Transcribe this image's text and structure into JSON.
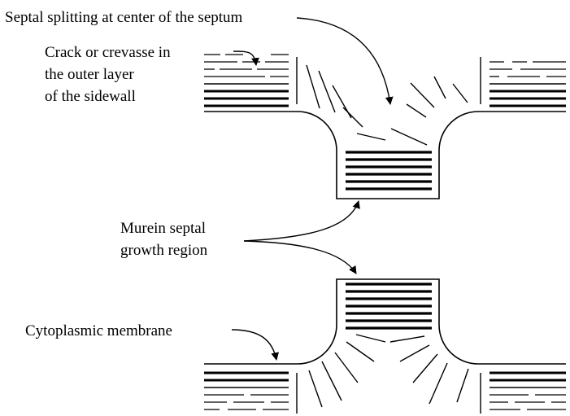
{
  "labels": {
    "septal_splitting": "Septal splitting at center of the septum",
    "crack_line1": "Crack or crevasse in",
    "crack_line2": "the outer layer",
    "crack_line3": "of the sidewall",
    "murein_line1": "Murein septal",
    "murein_line2": "growth region",
    "cytoplasmic": "Cytoplasmic membrane"
  },
  "colors": {
    "ink": "#000000",
    "background": "#ffffff"
  }
}
